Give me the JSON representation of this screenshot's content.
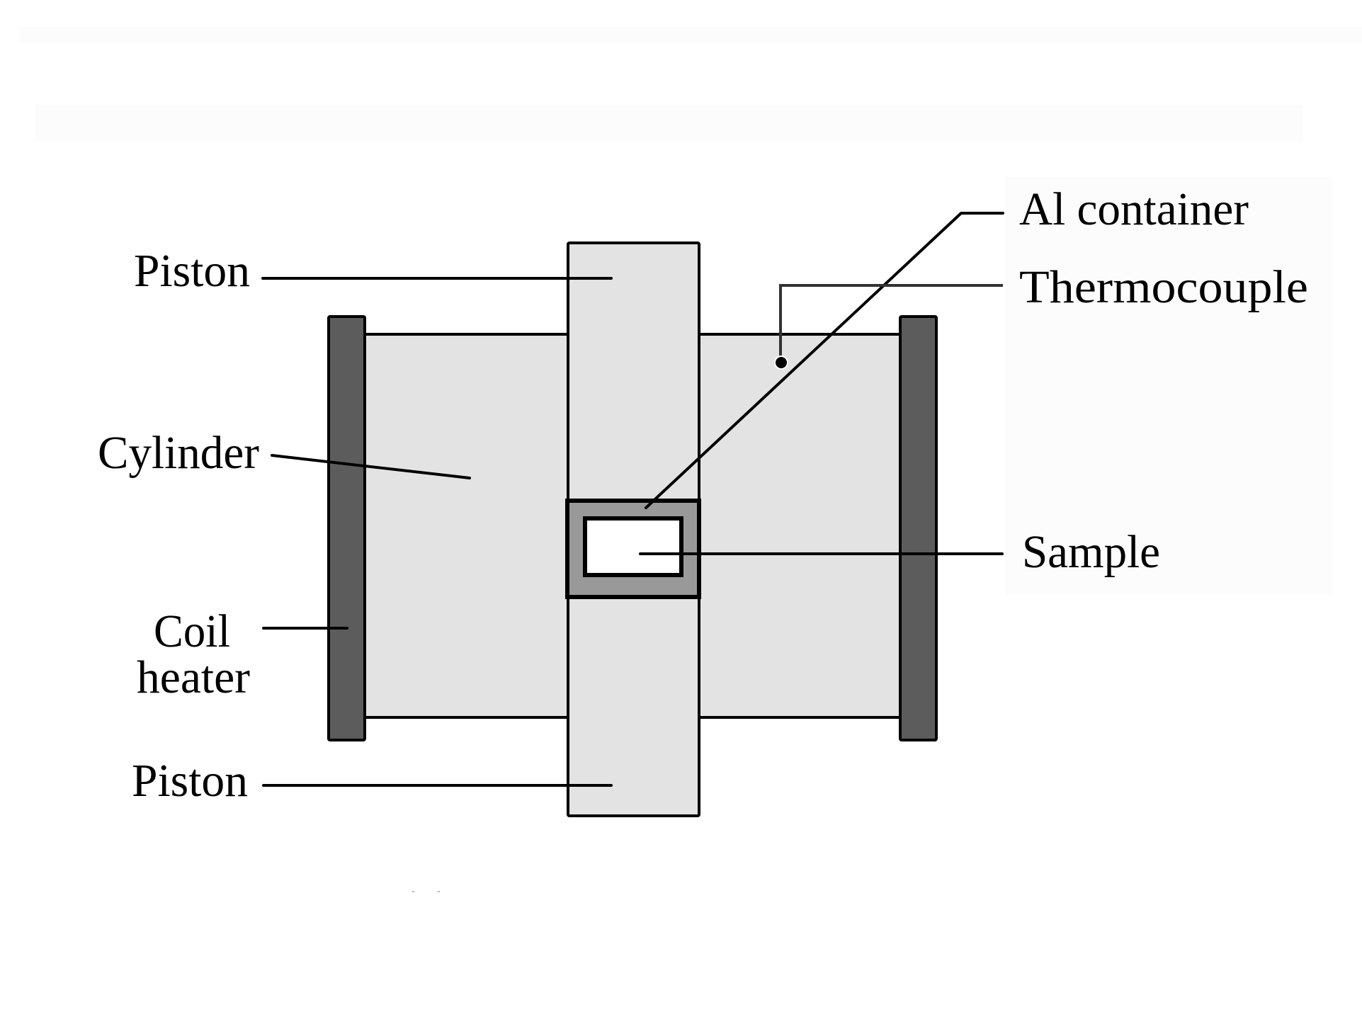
{
  "diagram": {
    "title": "Piston-cylinder pressure cell schematic",
    "colors": {
      "background": "#ffffff",
      "body_fill": "#e3e3e3",
      "heater_fill": "#5c5c5c",
      "container_fill": "#999999",
      "sample_fill": "#ffffff",
      "line": "#000000",
      "thermocouple_line": "#333333"
    },
    "labels": {
      "piston_top": "Piston",
      "cylinder": "Cylinder",
      "coil_heater_line1": "Coil",
      "coil_heater_line2": "heater",
      "piston_bottom": "Piston",
      "al_container": "Al container",
      "thermocouple": "Thermocouple",
      "sample": "Sample"
    },
    "components": [
      {
        "id": "piston-top",
        "name": "Piston"
      },
      {
        "id": "piston-bottom",
        "name": "Piston"
      },
      {
        "id": "cylinder",
        "name": "Cylinder"
      },
      {
        "id": "coil-heater",
        "name": "Coil heater"
      },
      {
        "id": "al-container",
        "name": "Al container"
      },
      {
        "id": "thermocouple",
        "name": "Thermocouple"
      },
      {
        "id": "sample",
        "name": "Sample"
      }
    ]
  }
}
